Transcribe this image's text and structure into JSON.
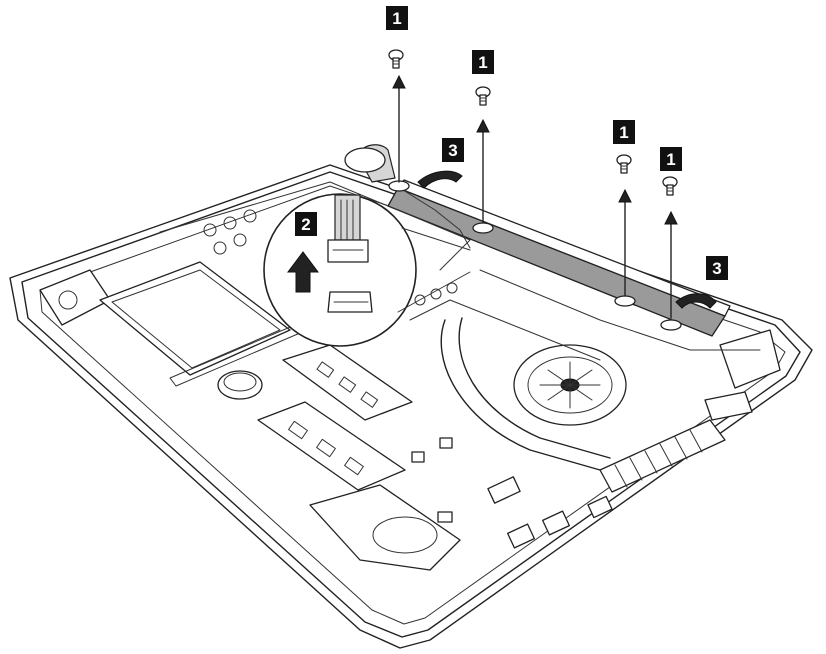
{
  "callouts": [
    {
      "label": "1"
    },
    {
      "label": "1"
    },
    {
      "label": "1"
    },
    {
      "label": "1"
    },
    {
      "label": "2"
    },
    {
      "label": "3"
    },
    {
      "label": "3"
    }
  ]
}
